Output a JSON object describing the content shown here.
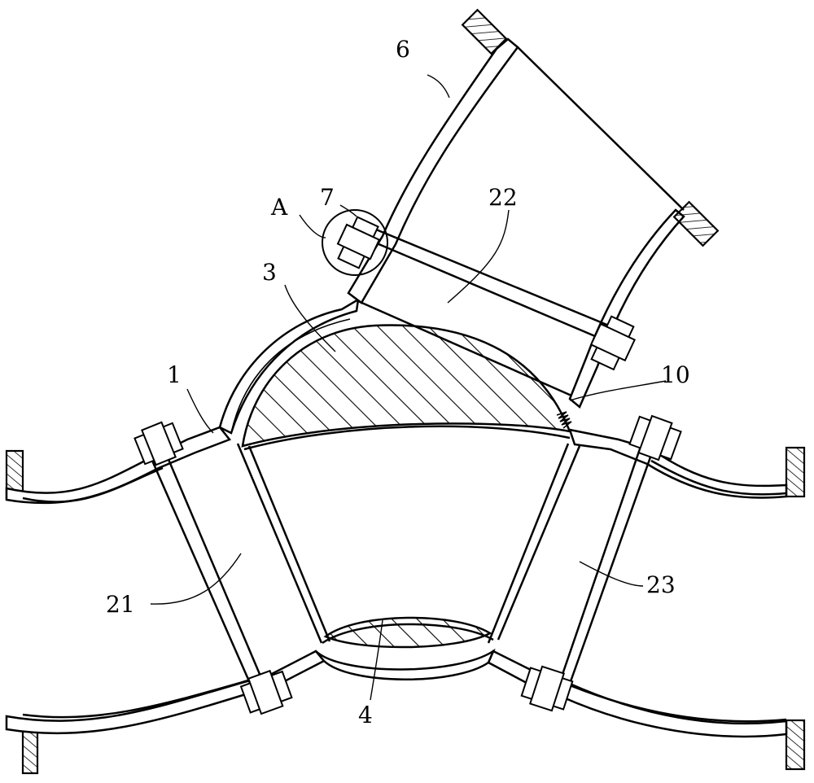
{
  "figure": {
    "labels": {
      "n1": "1",
      "n3": "3",
      "n4": "4",
      "n6": "6",
      "n7": "7",
      "n10": "10",
      "n21": "21",
      "n22": "22",
      "n23": "23",
      "detailA": "A"
    }
  }
}
